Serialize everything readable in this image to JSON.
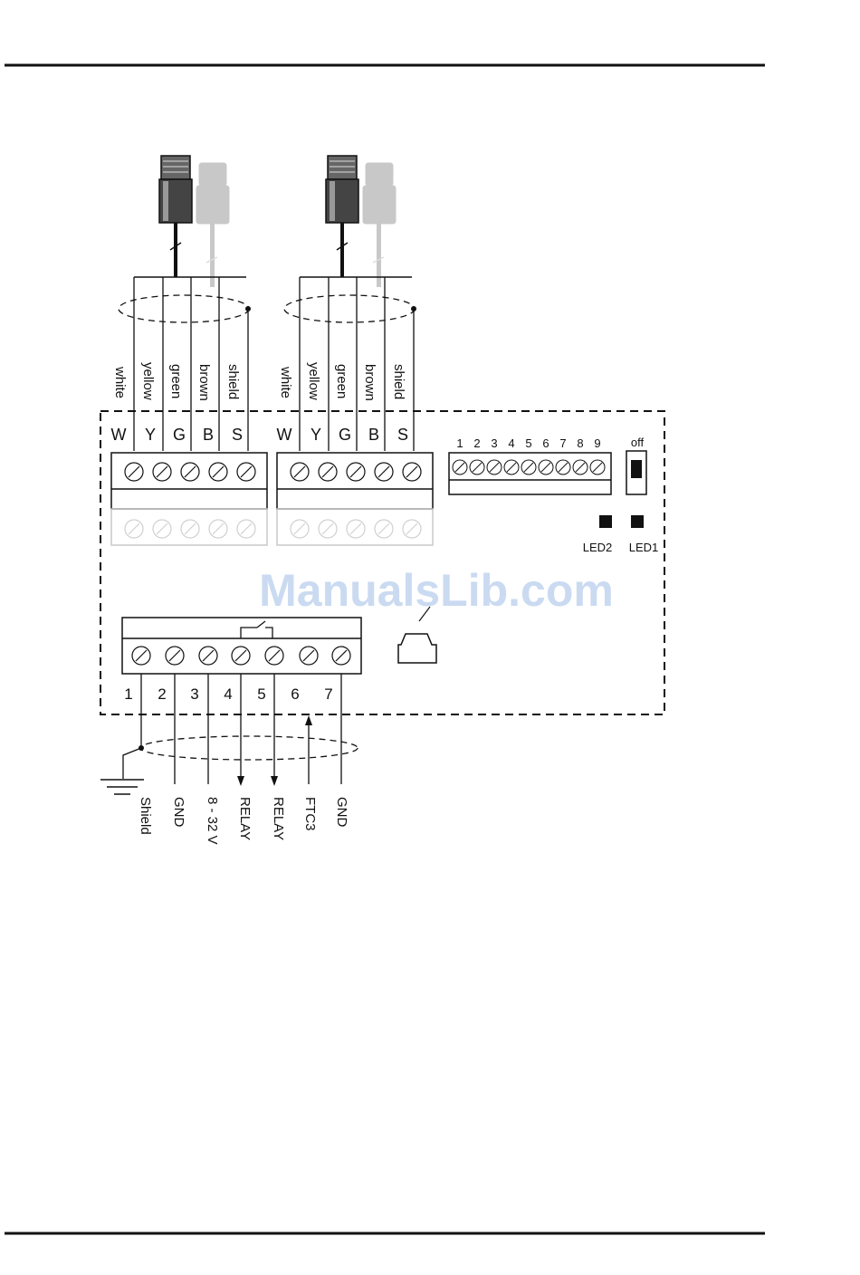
{
  "watermark": "ManualsLib.com",
  "sensor_wire_labels": [
    "white",
    "yellow",
    "green",
    "brown",
    "shield"
  ],
  "sensor_terminal_letters": [
    "W",
    "Y",
    "G",
    "B",
    "S"
  ],
  "dip_switch_numbers": [
    "1",
    "2",
    "3",
    "4",
    "5",
    "6",
    "7",
    "8",
    "9"
  ],
  "switch_label": "off",
  "leds": [
    "LED2",
    "LED1"
  ],
  "power_terminal_numbers": [
    "1",
    "2",
    "3",
    "4",
    "5",
    "6",
    "7"
  ],
  "power_wire_labels": [
    "Shield",
    "GND",
    "8 - 32 V",
    "RELAY",
    "RELAY",
    "FTC3",
    "GND"
  ],
  "colors": {
    "line": "#111111",
    "ghost": "#c8c8c8",
    "watermark": "#c4d6f0"
  }
}
